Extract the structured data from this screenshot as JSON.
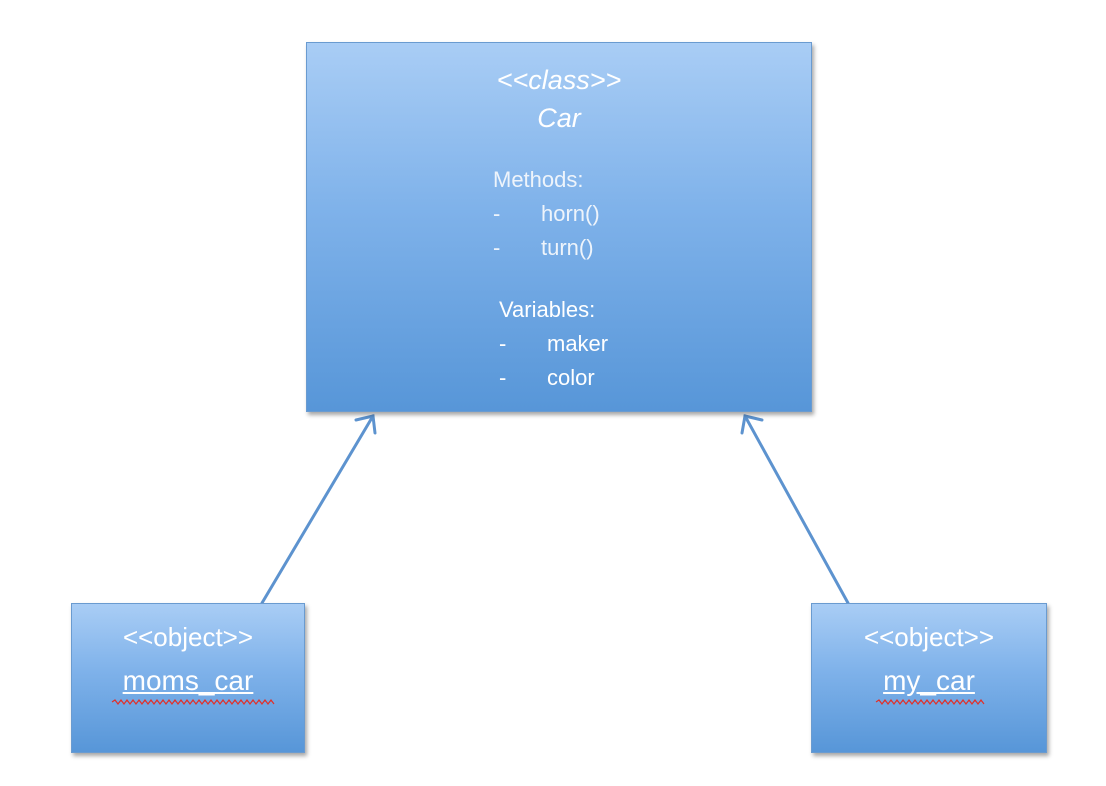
{
  "class_box": {
    "stereotype": "<<class>>",
    "name": "Car",
    "methods_title": "Methods:",
    "methods": [
      {
        "bullet": "-",
        "label": "horn()"
      },
      {
        "bullet": "-",
        "label": "turn()"
      }
    ],
    "variables_title": "Variables:",
    "variables": [
      {
        "bullet": "-",
        "label": "maker"
      },
      {
        "bullet": "-",
        "label": "color"
      }
    ]
  },
  "objects": [
    {
      "stereotype": "<<object>>",
      "name": "moms_car"
    },
    {
      "stereotype": "<<object>>",
      "name": "my_car"
    }
  ],
  "colors": {
    "box_fill_top": "#a9cdf5",
    "box_fill_bottom": "#5796d8",
    "arrow": "#5d93cf",
    "spell_underline": "#e0302a"
  }
}
